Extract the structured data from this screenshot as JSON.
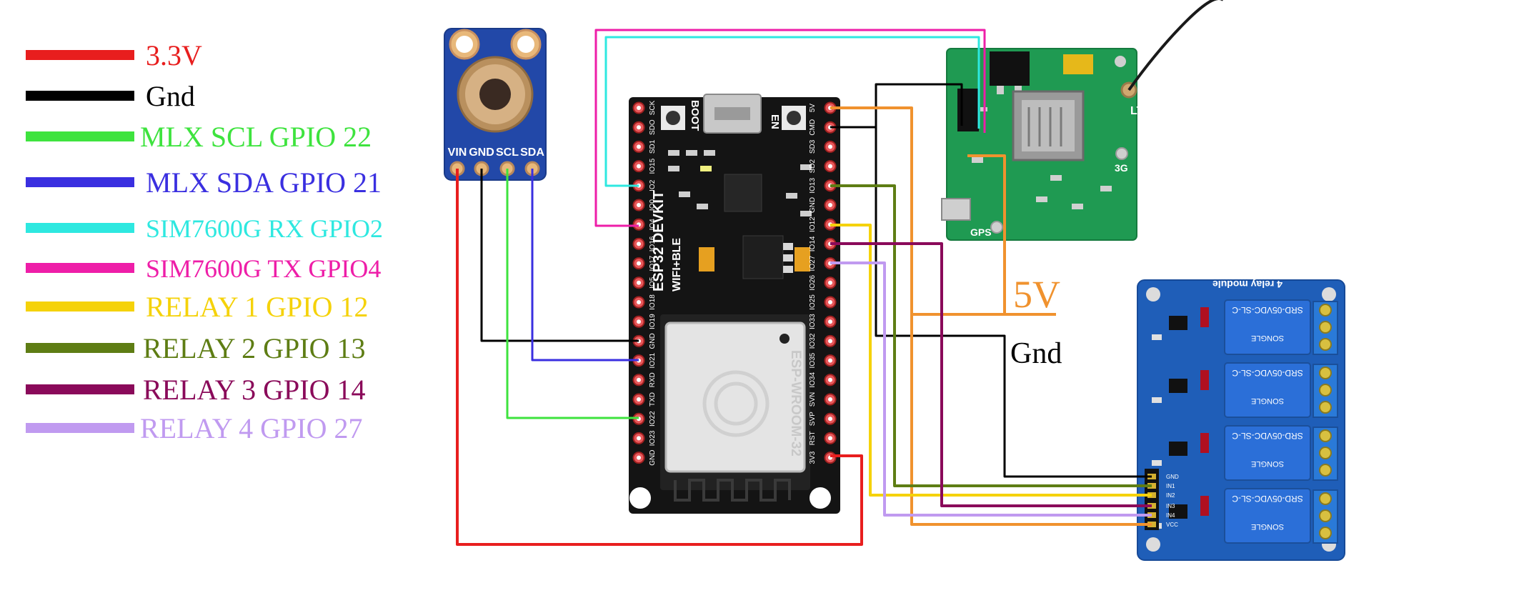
{
  "legend": [
    {
      "label": "3.3V",
      "color": "#e81e1e"
    },
    {
      "label": "Gnd",
      "color": "#000000"
    },
    {
      "label": "MLX SCL GPIO 22",
      "color": "#3ee33e"
    },
    {
      "label": "MLX SDA GPIO 21",
      "color": "#3a2fe0"
    },
    {
      "label": "SIM7600G RX GPIO2",
      "color": "#2ee8e0"
    },
    {
      "label": "SIM7600G TX GPIO4",
      "color": "#ee1ea8"
    },
    {
      "label": "RELAY 1 GPIO 12",
      "color": "#f5d20a"
    },
    {
      "label": "RELAY 2 GPIO 13",
      "color": "#5e7d14"
    },
    {
      "label": "RELAY 3 GPIO 14",
      "color": "#8a0a5a"
    },
    {
      "label": "RELAY 4 GPIO 27",
      "color": "#c09af0"
    }
  ],
  "wire_colors": {
    "v33": "#e81e1e",
    "gnd": "#000000",
    "scl": "#3ee33e",
    "sda": "#3a2fe0",
    "rx": "#2ee8e0",
    "tx": "#ee1ea8",
    "r1": "#f5d20a",
    "r2": "#5e7d14",
    "r3": "#8a0a5a",
    "r4": "#c09af0",
    "v5": "#f0922e"
  },
  "annotations": {
    "five_v": "5V",
    "gnd": "Gnd"
  },
  "mlx_sensor": {
    "pins": [
      "VIN",
      "GND",
      "SCL",
      "SDA"
    ]
  },
  "esp32": {
    "board_name": "ESP32 DEVKIT",
    "board_sub": "WIFI+BLE",
    "module_name": "ESP-WROOM-32",
    "boot_label": "BOOT",
    "en_label": "EN",
    "left_pins": [
      "SCK",
      "SDO",
      "SD1",
      "IO15",
      "IO2",
      "IO0",
      "IO4",
      "IO16",
      "IO17",
      "IO5",
      "IO18",
      "IO19",
      "GND",
      "IO21",
      "RXD",
      "TXD",
      "IO22",
      "IO23",
      "GND"
    ],
    "right_pins": [
      "5V",
      "CMD",
      "SD3",
      "SD2",
      "IO13",
      "GND",
      "IO12",
      "IO14",
      "IO27",
      "IO26",
      "IO25",
      "IO33",
      "IO32",
      "IO35",
      "IO34",
      "SVN",
      "SVP",
      "RST",
      "3V3"
    ]
  },
  "sim_module": {
    "lte_label": "LTE",
    "gps_label": "GPS",
    "g3_label": "3G"
  },
  "relay_module": {
    "header_text": "4 relay module",
    "relay_label": "SRD-05VDC-SL-C",
    "brand": "SONGLE",
    "pins": [
      "GND",
      "IN1",
      "IN2",
      "IN3",
      "IN4",
      "VCC"
    ]
  }
}
